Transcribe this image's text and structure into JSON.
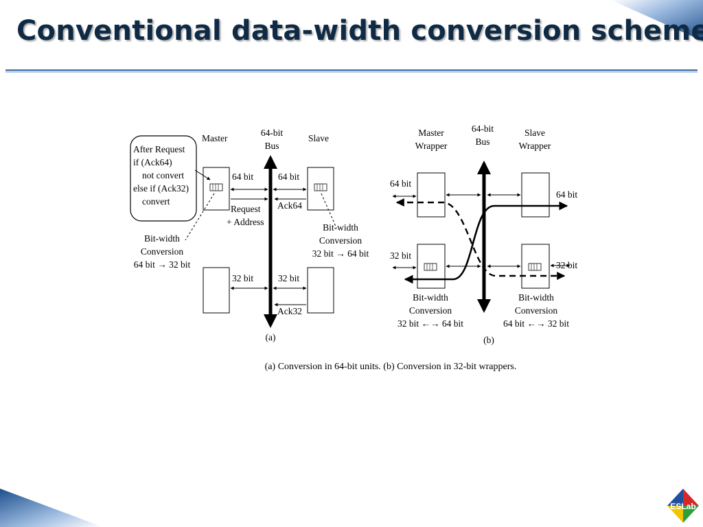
{
  "slide": {
    "title": "Conventional data-width conversion schemes",
    "caption": "(a) Conversion in 64-bit units. (b) Conversion in 32-bit wrappers."
  },
  "figure_a": {
    "panel_label": "(a)",
    "master_label": "Master",
    "slave_label": "Slave",
    "bus_label_1": "64-bit",
    "bus_label_2": "Bus",
    "callout_lines": [
      "After Request",
      "if (Ack64)",
      "not convert",
      "else if (Ack32)",
      "convert"
    ],
    "top_left_width": "64 bit",
    "top_right_width": "64 bit",
    "request_line_1": "Request",
    "request_line_2": "+ Address",
    "ack64": "Ack64",
    "master_conv_lines": [
      "Bit-width",
      "Conversion",
      "64 bit → 32 bit"
    ],
    "slave_conv_lines": [
      "Bit-width",
      "Conversion",
      "32 bit → 64 bit"
    ],
    "bottom_left_width": "32 bit",
    "bottom_right_width": "32 bit",
    "ack32": "Ack32"
  },
  "figure_b": {
    "panel_label": "(b)",
    "master_label_1": "Master",
    "master_label_2": "Wrapper",
    "bus_label_1": "64-bit",
    "bus_label_2": "Bus",
    "slave_label_1": "Slave",
    "slave_label_2": "Wrapper",
    "top_left_width": "64 bit",
    "top_right_width": "64 bit",
    "mid_left_width": "32 bit",
    "mid_right_width": "32 bit",
    "master_conv_lines": [
      "Bit-width",
      "Conversion",
      "32 bit ←→ 64 bit"
    ],
    "slave_conv_lines": [
      "Bit-width",
      "Conversion",
      "64 bit ←→ 32 bit"
    ]
  },
  "logo": {
    "text": "ESLab",
    "colors": [
      "#1f4fa0",
      "#d62828",
      "#f2c500",
      "#2e9e3a"
    ]
  },
  "colors": {
    "title": "#0f2a44",
    "rule": "#5b84b5",
    "corner": "#1c4f8c"
  }
}
